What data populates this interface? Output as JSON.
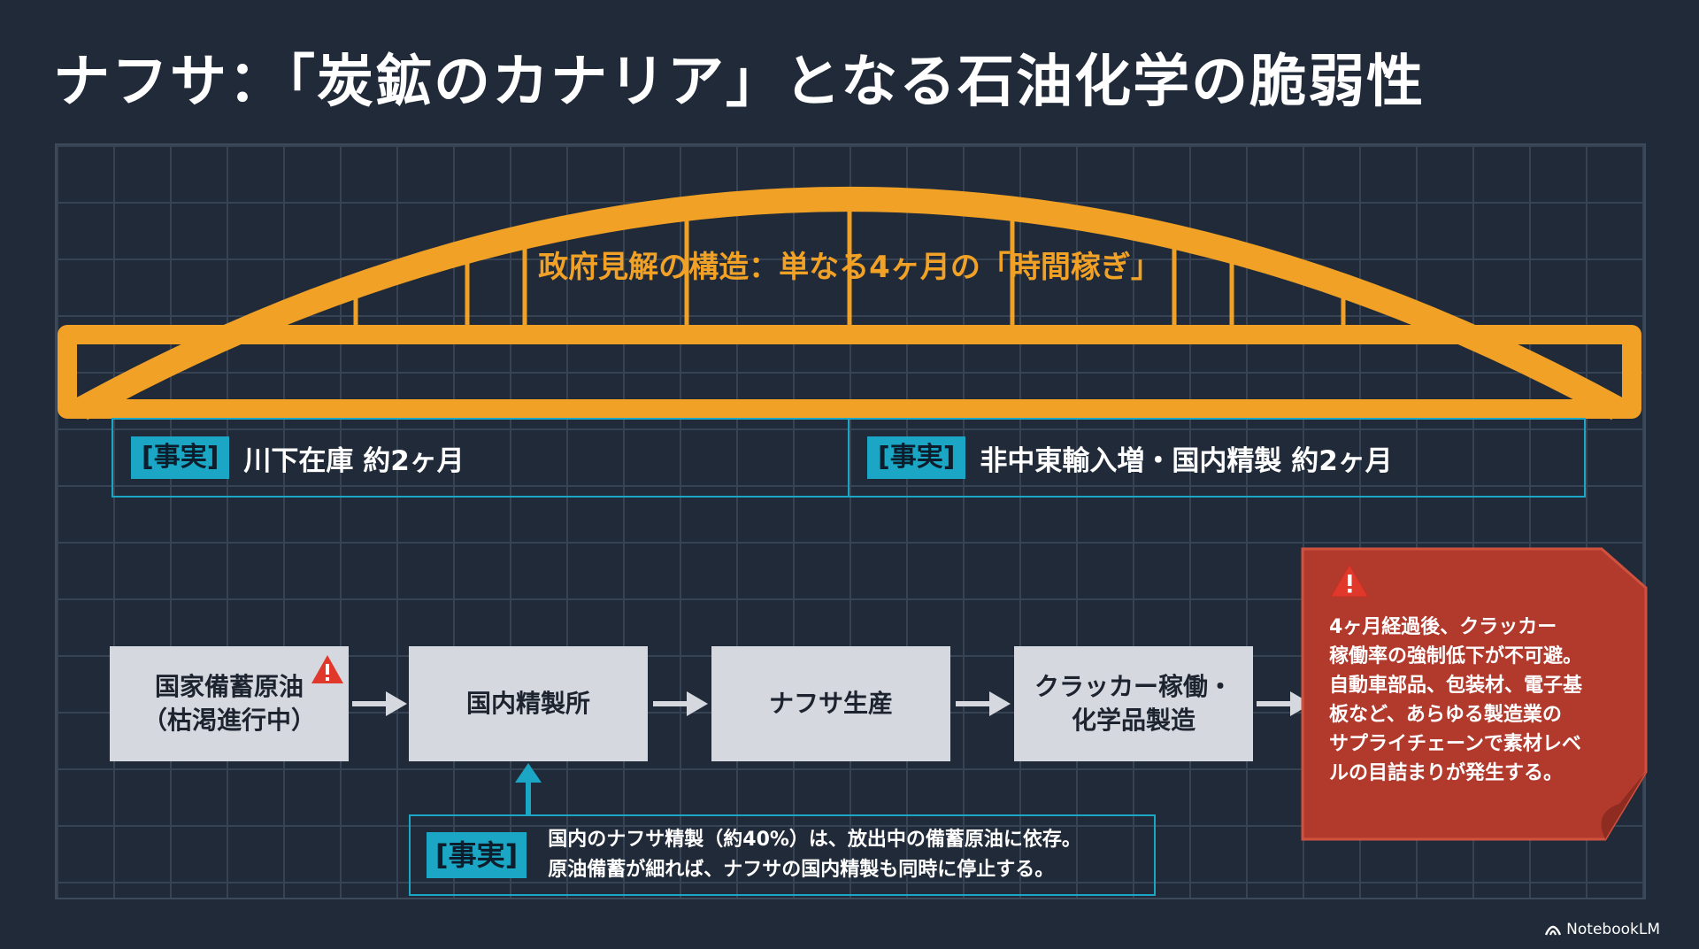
{
  "title": "ナフサ：「炭鉱のカナリア」となる石油化学の脆弱性",
  "colors": {
    "background": "#202a38",
    "bridge": "#f0a126",
    "fact_tag": "#1aa6c4",
    "box": "#d5d9df",
    "alert": "#b13a2d",
    "warning_icon": "#e0392b"
  },
  "bridge": {
    "label": "政府見解の構造：単なる4ヶ月の「時間稼ぎ」"
  },
  "facts_top": [
    {
      "tag": "[事実]",
      "text": "川下在庫  約2ヶ月"
    },
    {
      "tag": "[事実]",
      "text": "非中東輸入増・国内精製  約2ヶ月"
    }
  ],
  "flow": [
    {
      "lines": [
        "国家備蓄原油",
        "（枯渇進行中）"
      ],
      "icon": "warning-icon"
    },
    {
      "lines": [
        "国内精製所"
      ]
    },
    {
      "lines": [
        "ナフサ生産"
      ]
    },
    {
      "lines": [
        "クラッカー稼働・",
        "化学品製造"
      ]
    }
  ],
  "fact_bottom": {
    "tag": "[事実]",
    "lines": [
      "国内のナフサ精製（約40%）は、放出中の備蓄原油に依存。",
      "原油備蓄が細れば、ナフサの国内精製も同時に停止する。"
    ]
  },
  "alert": {
    "icon": "warning-icon",
    "lines": [
      "4ヶ月経過後、クラッカー",
      "稼働率の強制低下が不可避。",
      "自動車部品、包装材、電子基",
      "板など、あらゆる製造業の",
      "サプライチェーンで素材レベ",
      "ルの目詰まりが発生する。"
    ]
  },
  "watermark": "NotebookLM"
}
